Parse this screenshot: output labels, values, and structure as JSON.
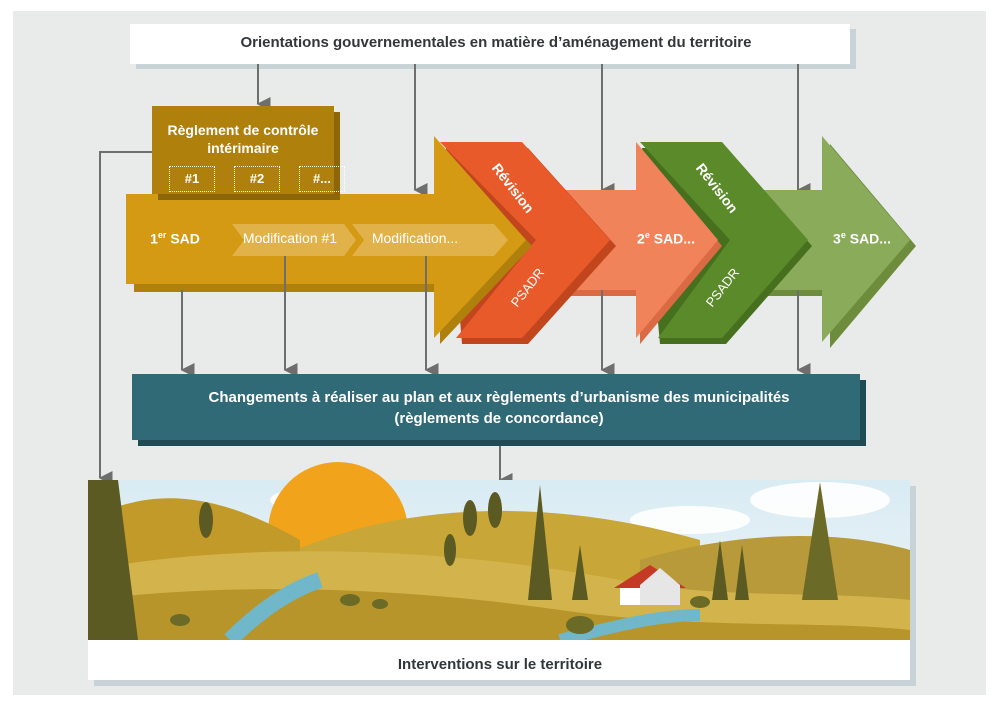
{
  "diagram": {
    "top_box": {
      "label": "Orientations gouvernementales en matière d’aménagement du territoire"
    },
    "interim_control": {
      "title": "Règlement de contrôle intérimaire",
      "items": [
        "#1",
        "#2",
        "#..."
      ]
    },
    "sequence": {
      "first_sad": {
        "prefix": "1",
        "suffix": "er",
        "label": "SAD"
      },
      "modification_1": "Modification #1",
      "modification_n": "Modification...",
      "revision_1": {
        "label": "Révision",
        "sub": "PSADR"
      },
      "second_sad": {
        "prefix": "2",
        "suffix": "e",
        "label": "SAD..."
      },
      "revision_2": {
        "label": "Révision",
        "sub": "PSADR"
      },
      "third_sad": {
        "prefix": "3",
        "suffix": "e",
        "label": "SAD..."
      }
    },
    "changes_box": {
      "line1": "Changements à réaliser au plan et aux règlements d’urbanisme des municipalités",
      "line2": "(règlements de concordance)"
    },
    "bottom_box": {
      "label": "Interventions sur le territoire"
    },
    "colors": {
      "background": "#e9eaea",
      "top_box": "#ffffff",
      "sad_arrow": "#d49a14",
      "sad_arrow_dark": "#b0800d",
      "interim_box": "#b0800d",
      "revision_1": "#e85a2a",
      "sad_2": "#f0835a",
      "revision_2": "#5b8a2a",
      "sad_3": "#8aab5a",
      "changes_box": "#2f6a76",
      "connector": "#6e6e6e"
    }
  }
}
